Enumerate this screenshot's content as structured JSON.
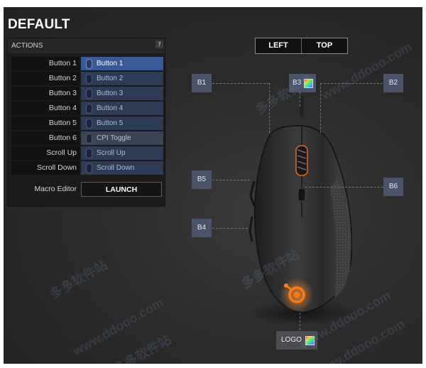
{
  "page": {
    "title": "DEFAULT"
  },
  "actions": {
    "header": "ACTIONS",
    "help_label": "?",
    "rows": [
      {
        "name": "Button 1",
        "assignment": "Button 1"
      },
      {
        "name": "Button 2",
        "assignment": "Button 2"
      },
      {
        "name": "Button 3",
        "assignment": "Button 3"
      },
      {
        "name": "Button 4",
        "assignment": "Button 4"
      },
      {
        "name": "Button 5",
        "assignment": "Button 5"
      },
      {
        "name": "Button 6",
        "assignment": "CPI Toggle"
      },
      {
        "name": "Scroll Up",
        "assignment": "Scroll Up"
      },
      {
        "name": "Scroll Down",
        "assignment": "Scroll Down"
      }
    ],
    "macro_label": "Macro Editor",
    "launch_label": "LAUNCH"
  },
  "view_toggle": {
    "left_label": "LEFT",
    "top_label": "TOP"
  },
  "callouts": {
    "b1": "B1",
    "b2": "B2",
    "b3": "B3",
    "b4": "B4",
    "b5": "B5",
    "b6": "B6",
    "logo": "LOGO"
  },
  "watermarks": [
    "多多软件站",
    "www.ddooo.com",
    "多多软件站",
    "www.ddooo.com",
    "多多软件站",
    "www.ddooo.com",
    "多多软件站",
    "www.ddooo.com"
  ],
  "colors": {
    "selected_assignment": "#3a5a97",
    "assignment": "#2e3b55",
    "callout": "#4a5468",
    "logo_glow": "#ff7a1a"
  }
}
